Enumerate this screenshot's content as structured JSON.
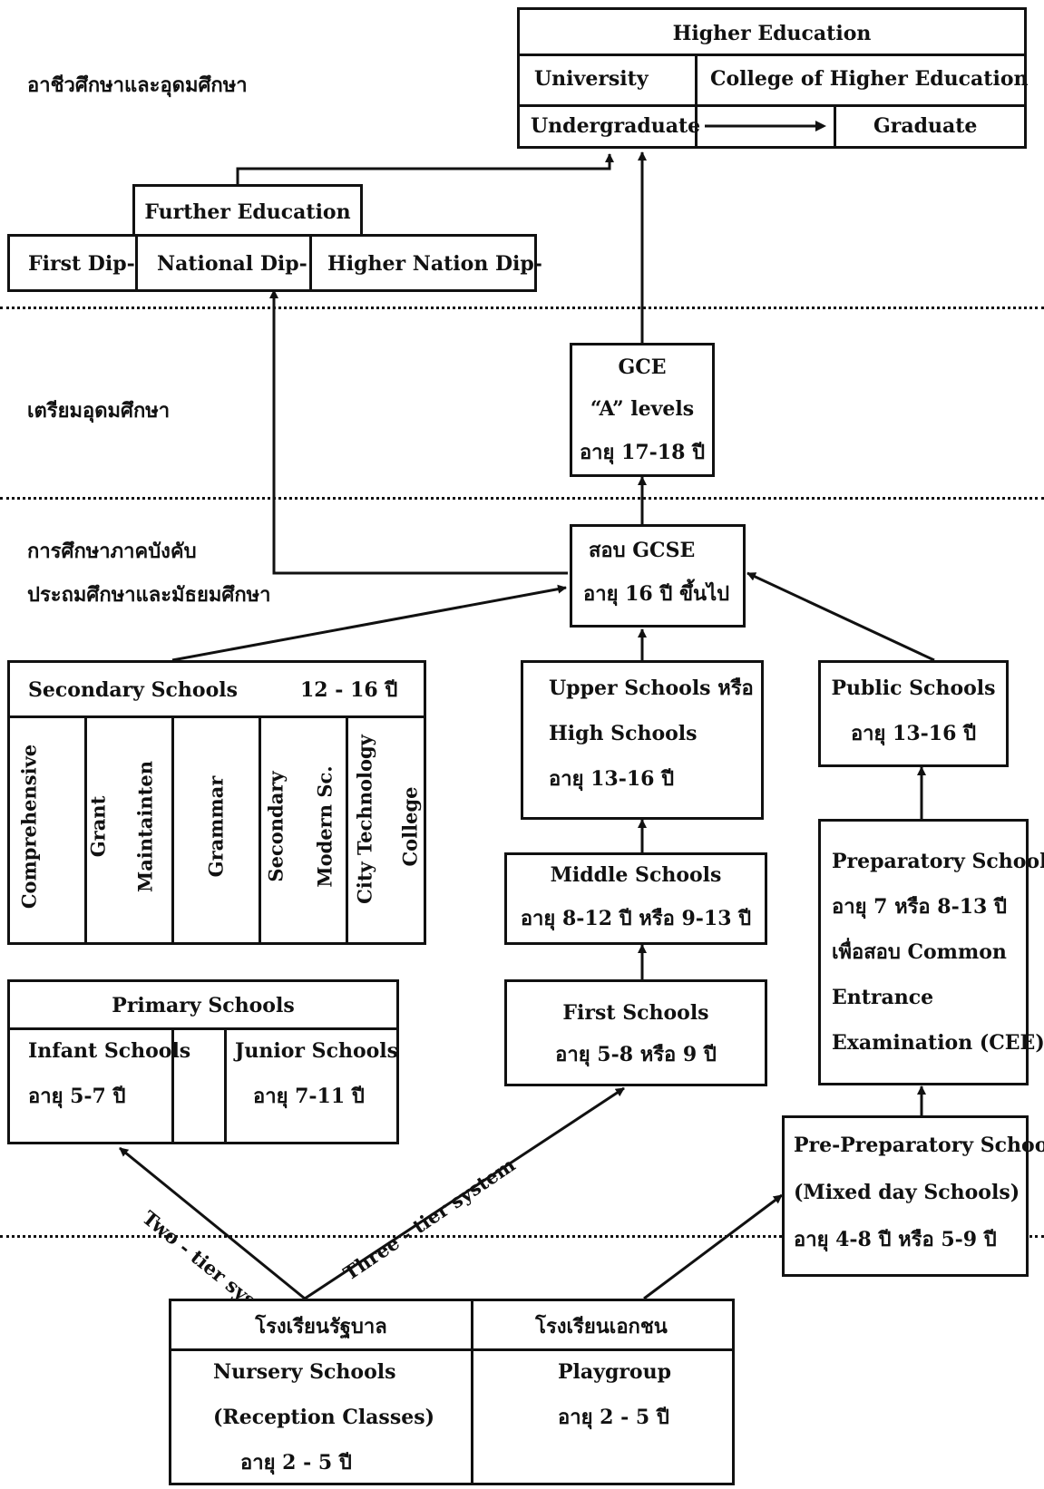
{
  "sections": {
    "higher_label": "อาชีวศึกษาและอุดมศึกษา",
    "prep_label": "เตรียมอุดมศึกษา",
    "compulsory_label_1": "การศึกษาภาคบังคับ",
    "compulsory_label_2": "ประถมศึกษาและมัธยมศึกษา"
  },
  "higher_education": {
    "title": "Higher Education",
    "university": "University",
    "college": "College of Higher Education",
    "undergraduate": "Undergraduate",
    "graduate": "Graduate"
  },
  "further_education": {
    "title": "Further Education",
    "first": "First Dip-",
    "national": "National Dip-",
    "higher": "Higher Nation Dip-"
  },
  "gce": {
    "line1": "GCE",
    "line2": "“A” levels",
    "line3": "อายุ 17-18 ปี"
  },
  "gcse": {
    "line1": "สอบ GCSE",
    "line2": "อายุ 16 ปี ขึ้นไป"
  },
  "secondary": {
    "title": "Secondary Schools",
    "age": "12 - 16 ปี",
    "columns": [
      [
        "Comprehensive"
      ],
      [
        "Grant",
        "Maintainten"
      ],
      [
        "Grammar"
      ],
      [
        "Secondary",
        "Modern Sc."
      ],
      [
        "City Technology",
        "College"
      ]
    ]
  },
  "upper": {
    "line1": "Upper  Schools หรือ",
    "line2": "High Schools",
    "line3": "อายุ  13-16  ปี"
  },
  "public": {
    "line1": "Public   Schools",
    "line2": "อายุ  13-16  ปี"
  },
  "middle": {
    "line1": "Middle Schools",
    "line2": "อายุ  8-12  ปี หรือ  9-13  ปี"
  },
  "preparatory": {
    "line1": "Preparatory Schools",
    "line2": "อายุ 7 หรือ  8-13  ปี",
    "line3": "เพื่อสอบ  Common",
    "line4": "Entrance",
    "line5": "Examination  (CEE)"
  },
  "primary": {
    "title": "Primary Schools",
    "infant": "Infant Schools",
    "infant_age": "อายุ  5-7 ปี",
    "junior": "Junior Schools",
    "junior_age": "อายุ  7-11 ปี"
  },
  "first": {
    "line1": "First Schools",
    "line2": "อายุ  5-8  หรือ  9  ปี"
  },
  "pre_prep": {
    "line1": "Pre-Preparatory Schools",
    "line2": "(Mixed day Schools)",
    "line3": "อายุ  4-8 ปี หรือ  5-9 ปี"
  },
  "tiers": {
    "two": "Two - tier  system",
    "three": "Three - tier  system"
  },
  "bottom": {
    "state_title": "โรงเรียนรัฐบาล",
    "private_title": "โรงเรียนเอกชน",
    "nursery1": "Nursery Schools",
    "nursery2": "(Reception  Classes)",
    "nursery3": "อายุ  2 - 5  ปี",
    "play1": "Playgroup",
    "play2": "อายุ  2 - 5  ปี"
  }
}
